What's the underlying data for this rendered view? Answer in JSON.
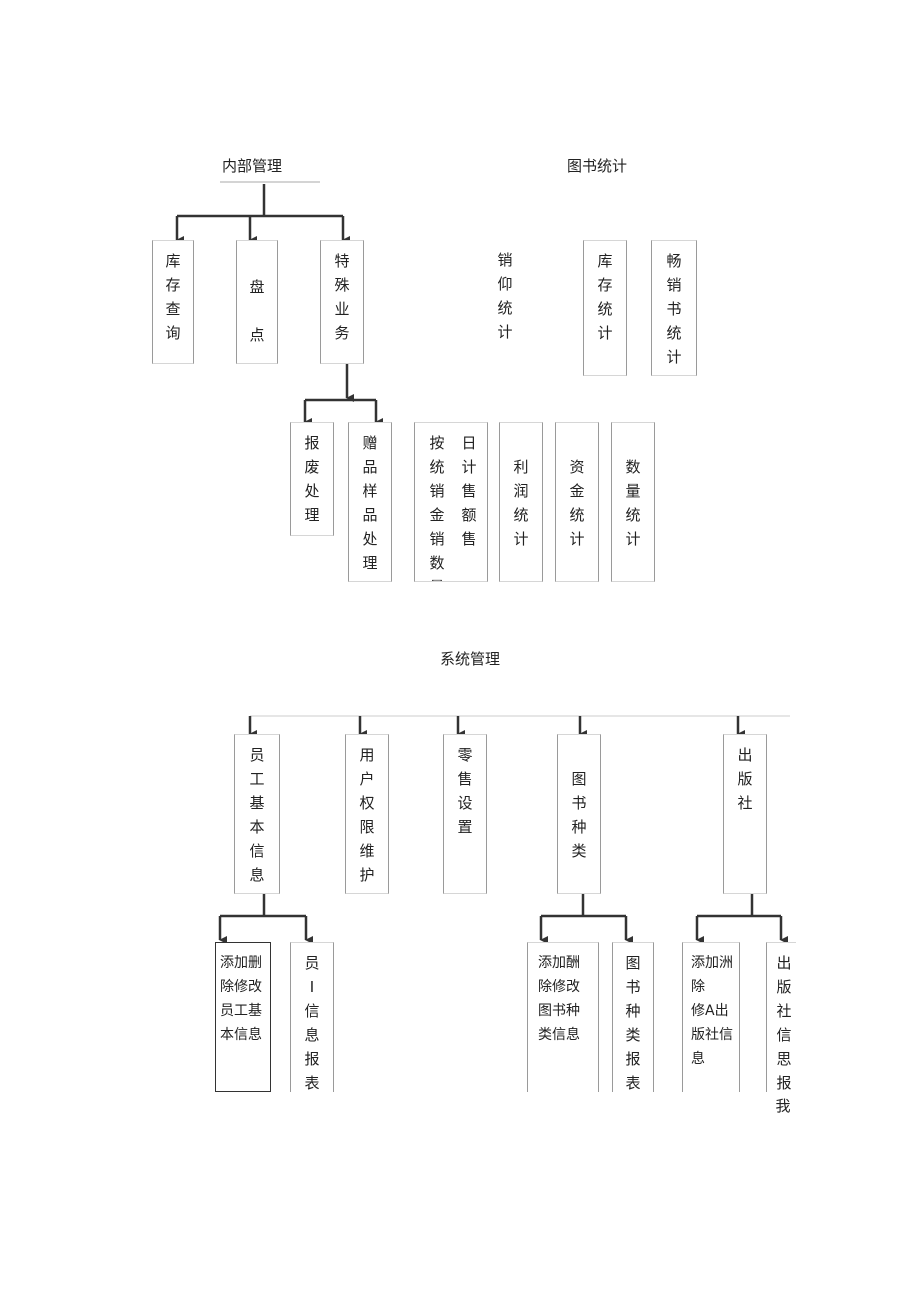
{
  "colors": {
    "line": "#333333",
    "box_border": "#9a9a9a",
    "text": "#222222"
  },
  "titles": {
    "internal": "内部管理",
    "book_stats": "图书统计",
    "system": "系统管理"
  },
  "internal": {
    "inventory_query": "库存查询",
    "stocktake": "盘点",
    "special": "特殊业务",
    "scrap": "报废处理",
    "gift_sample": "赠品样品处理"
  },
  "stats": {
    "slow_sales": "销仰统计",
    "inventory_stats": "库存统计",
    "bestseller_stats": "畅销书统计",
    "daily_sales_left": "按统销金销数量",
    "daily_sales_right": "日计售额售",
    "profit_stats": "利润统计",
    "capital_stats": "资金统计",
    "quantity_stats": "数量统计"
  },
  "system": {
    "staff_info": "员工基本信息",
    "user_perm": "用户权限维护",
    "retail_setup": "零售设置",
    "book_category": "图书种类",
    "publisher": "出版社",
    "staff_edit": "添加删\n除修改\n员工基\n本信息",
    "staff_report": "员I信息报表",
    "category_edit": "添加酬\n除修改\n图书种\n类信息",
    "category_report": "图书种类报表",
    "publisher_edit": "添加洲\n除\n修A出\n版社信\n息",
    "publisher_report": "出版社信思报我"
  }
}
